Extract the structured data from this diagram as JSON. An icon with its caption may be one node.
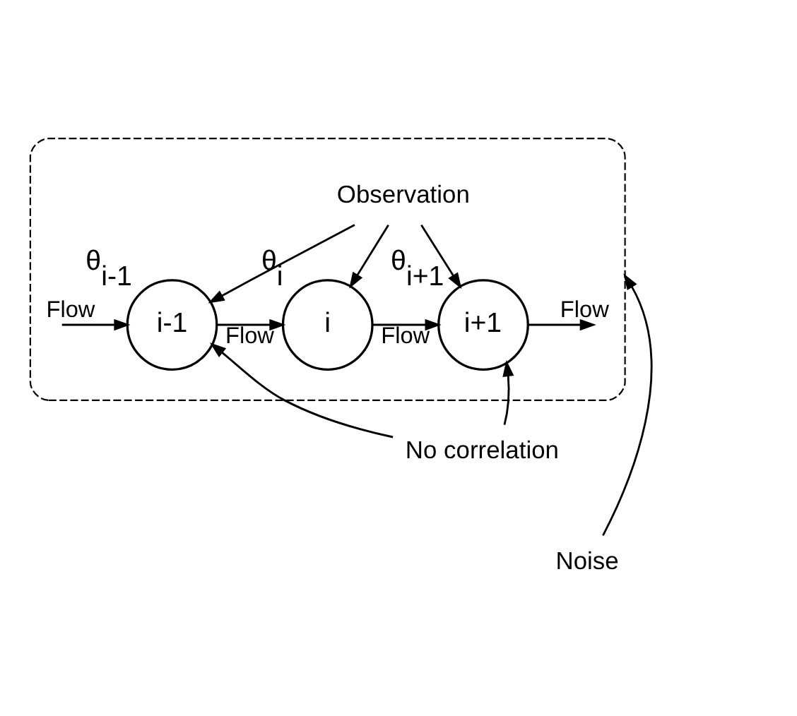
{
  "diagram": {
    "nodes": [
      {
        "text": [],
        "shape": "ellipse"
      },
      {
        "text": [
          "Observation"
        ],
        "in": 0
      },
      {
        "text": [
          "i-1"
        ],
        "in": 0,
        "beside": [
          "θ$_{i-1}$"
        ]
      },
      {
        "text": [
          "i"
        ],
        "in": 0,
        "beside": [
          "θ$_{i}$"
        ]
      },
      {
        "text": [
          "i+1"
        ],
        "in": 0,
        "beside": [
          "θ$_{i+1}$"
        ]
      },
      {
        "text": [
          "No correlation"
        ]
      },
      {
        "text": [
          "Noise"
        ]
      }
    ],
    "edges": [
      {
        "from": 1,
        "to": 2,
        "arrow": "to"
      },
      {
        "from": 1,
        "to": 3,
        "arrow": "to"
      },
      {
        "from": 1,
        "to": 4,
        "arrow": "to"
      },
      {
        "from": null,
        "to": 2,
        "arrow": "to",
        "label": "Flow"
      },
      {
        "from": 2,
        "to": 3,
        "arrow": "to",
        "label": "Flow"
      },
      {
        "from": 3,
        "to": 4,
        "arrow": "to",
        "label": "Flow"
      },
      {
        "from": 4,
        "to": null,
        "arrow": "to",
        "label": "Flow"
      },
      {
        "from": 5,
        "to": 2,
        "arrow": "to"
      },
      {
        "from": 5,
        "to": 4,
        "arrow": "to"
      },
      {
        "from": 6,
        "to": 0,
        "arrow": "to"
      }
    ]
  }
}
